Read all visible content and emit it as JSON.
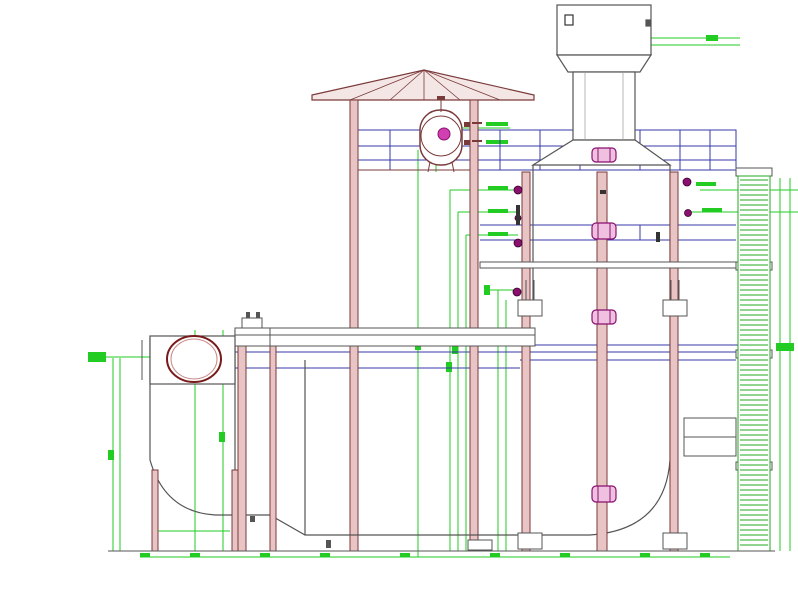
{
  "drawing": {
    "title": "",
    "labels": [],
    "colors": {
      "background": "#ffffff",
      "steel": "#c88a8a",
      "steel_dark": "#7a3a3a",
      "dimension": "#22cc22",
      "reference": "#3a3aa8",
      "valve": "#b0207a",
      "nozzle_fill": "#e0a0d0"
    },
    "icons": [
      "stack-hood",
      "exhaust-stack",
      "shed-roof",
      "horizontal-tank",
      "inlet-duct-flange",
      "scrubber-vessel",
      "access-ladder",
      "manhole-flange",
      "valve",
      "support-leg",
      "platform-beam"
    ]
  }
}
